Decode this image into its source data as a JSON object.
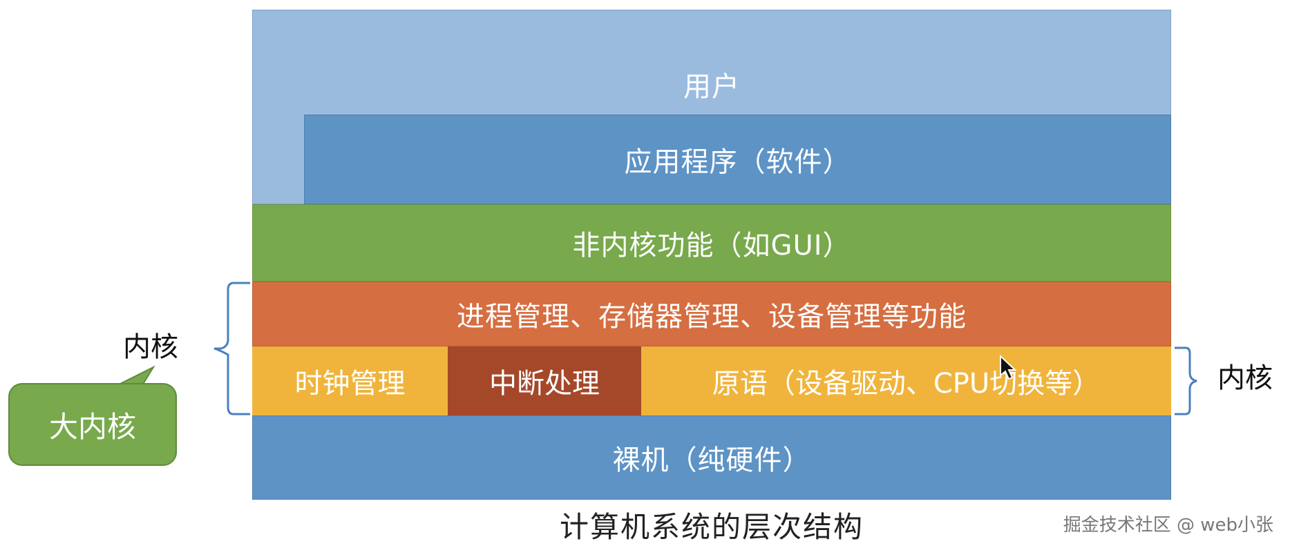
{
  "layers": {
    "user": "用户",
    "app": "应用程序（软件）",
    "non_kernel": "非内核功能（如GUI）",
    "process_mgmt": "进程管理、存储器管理、设备管理等功能",
    "clock": "时钟管理",
    "interrupt": "中断处理",
    "primitives": "原语（设备驱动、CPU切换等）",
    "hardware": "裸机（纯硬件）"
  },
  "labels": {
    "kernel_left": "内核",
    "kernel_right": "内核",
    "big_kernel": "大内核"
  },
  "caption": "计算机系统的层次结构",
  "watermark": "掘金技术社区 @ web小张",
  "colors": {
    "user": "#9bbbde",
    "app": "#5e93c6",
    "non_kernel": "#78a94c",
    "process_mgmt": "#d56e41",
    "clock": "#f0b43c",
    "interrupt": "#a5482a",
    "hardware": "#5e93c6"
  }
}
